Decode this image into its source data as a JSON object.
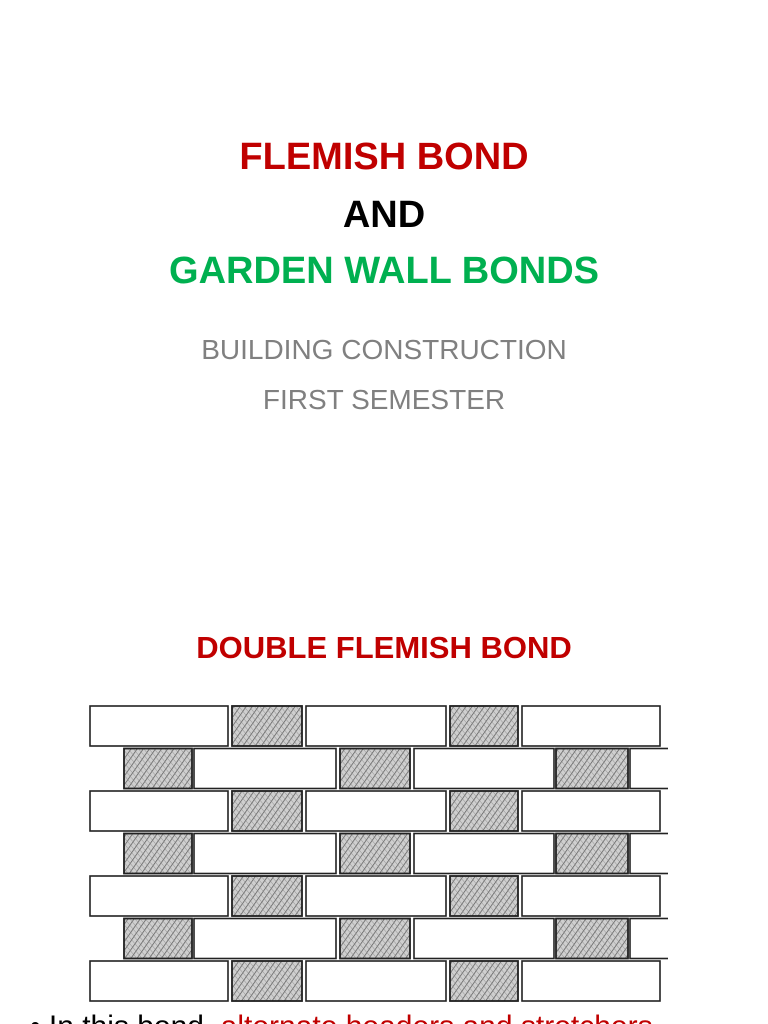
{
  "slide1": {
    "title_line1": "FLEMISH BOND",
    "title_line2": "AND",
    "title_line3": "GARDEN WALL BONDS",
    "subtitle_line1": "BUILDING CONSTRUCTION",
    "subtitle_line2": "FIRST SEMESTER"
  },
  "slide2": {
    "title": "DOUBLE FLEMISH BOND",
    "bullet_symbol": "•",
    "bullet_text_black": "In this bond, ",
    "bullet_text_red": "alternate headers and stretchers"
  },
  "colors": {
    "title_red": "#c00000",
    "title_green": "#00b050",
    "subtitle_grey": "#808080"
  }
}
